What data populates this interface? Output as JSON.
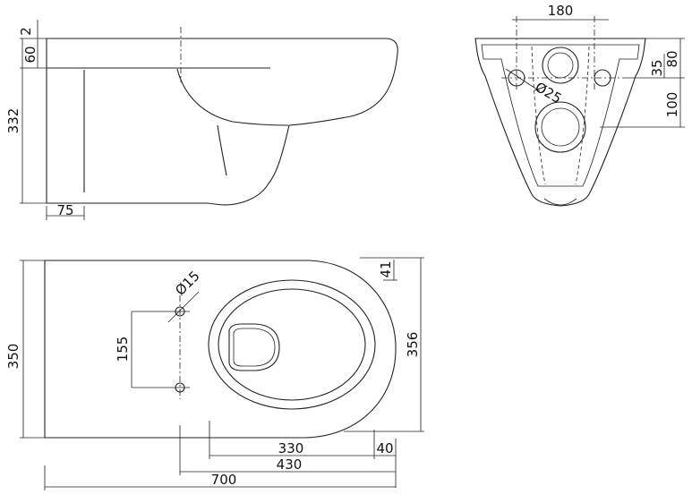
{
  "dimensions": {
    "side_top_gap": "2",
    "side_rim_height": "60",
    "side_total_height": "332",
    "side_base_offset": "75",
    "rear_center_distance": "180",
    "rear_small_hole_height": "35",
    "rear_rim_to_bolts": "80",
    "rear_large_hole_height": "100",
    "rear_hole_diameter": "Ø25",
    "top_hole_diameter": "Ø15",
    "top_hole_spacing": "155",
    "top_width": "350",
    "top_bowl_width": "356",
    "top_rim_front": "41",
    "top_bowl_opening": "330",
    "top_front_lip": "40",
    "top_bolt_to_front": "430",
    "top_total_length": "700"
  }
}
